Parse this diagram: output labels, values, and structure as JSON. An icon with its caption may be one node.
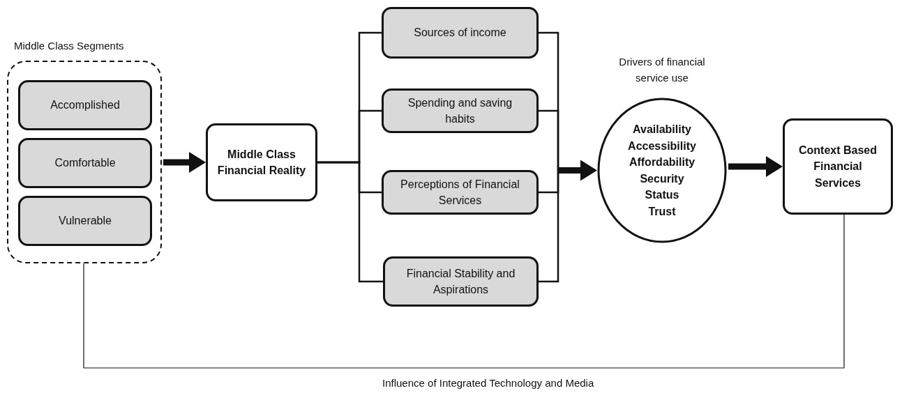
{
  "diagram": {
    "nodes": [
      {
        "text": [
          "Middle Class Segments"
        ]
      },
      {
        "text": [
          "Accomplished"
        ],
        "in": 0
      },
      {
        "text": [
          "Comfortable"
        ],
        "in": 0
      },
      {
        "text": [
          "Vulnerable"
        ],
        "in": 0
      },
      {
        "text": [
          "Middle Class Financial Reality"
        ]
      },
      {
        "text": [
          "Sources of income"
        ]
      },
      {
        "text": [
          "Spending and saving habits"
        ]
      },
      {
        "text": [
          "Perceptions of Financial Services"
        ]
      },
      {
        "text": [
          "Financial Stability and Aspirations"
        ]
      },
      {
        "text": [
          "Drivers of financial service use",
          "Availability",
          "Accessibility",
          "Affordability",
          "Security",
          "Status",
          "Trust"
        ]
      },
      {
        "text": [
          "Context Based Financial Services"
        ]
      }
    ],
    "edges": [
      {
        "from": 0,
        "to": 4,
        "arrow": "to",
        "style": "thick"
      },
      {
        "from": 4,
        "to": 5,
        "arrow": "none"
      },
      {
        "from": 4,
        "to": 6,
        "arrow": "none"
      },
      {
        "from": 4,
        "to": 7,
        "arrow": "none"
      },
      {
        "from": 4,
        "to": 8,
        "arrow": "none"
      },
      {
        "from": 5,
        "to": 9,
        "arrow": "to"
      },
      {
        "from": 6,
        "to": 9,
        "arrow": "to"
      },
      {
        "from": 7,
        "to": 9,
        "arrow": "to"
      },
      {
        "from": 8,
        "to": 9,
        "arrow": "to"
      },
      {
        "from": 9,
        "to": 10,
        "arrow": "to",
        "style": "thick"
      },
      {
        "from": 0,
        "to": 10,
        "arrow": "none",
        "label": "Influence of Integrated Technology and Media"
      }
    ]
  }
}
